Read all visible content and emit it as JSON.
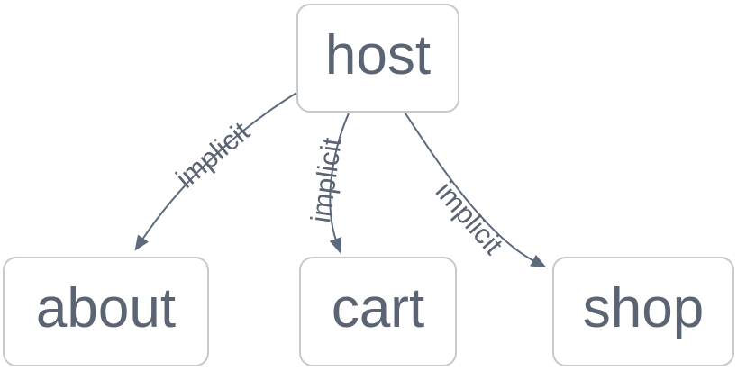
{
  "diagram": {
    "type": "flowchart",
    "nodes": [
      {
        "id": "host",
        "label": "host"
      },
      {
        "id": "about",
        "label": "about"
      },
      {
        "id": "cart",
        "label": "cart"
      },
      {
        "id": "shop",
        "label": "shop"
      }
    ],
    "edges": [
      {
        "from": "host",
        "to": "about",
        "label": "implicit"
      },
      {
        "from": "host",
        "to": "cart",
        "label": "implicit"
      },
      {
        "from": "host",
        "to": "shop",
        "label": "implicit"
      }
    ],
    "colors": {
      "background": "#ffffff",
      "node_fill": "#ffffff",
      "node_border": "#c8c8c8",
      "node_text": "#5b6472",
      "edge_stroke": "#5b6a7d",
      "edge_label_text": "#5b6472"
    }
  }
}
